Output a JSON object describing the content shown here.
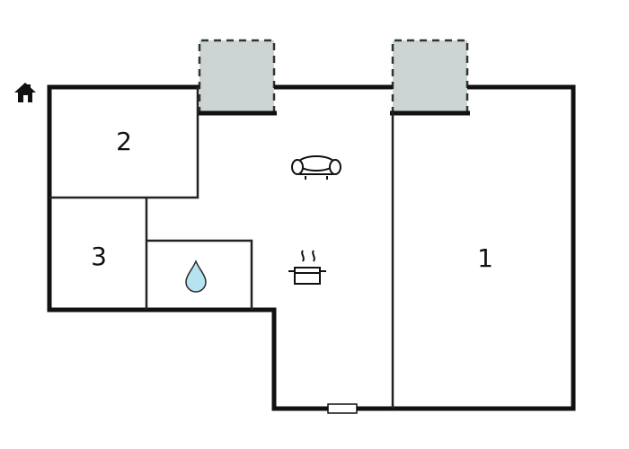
{
  "page": {
    "kind": "floor-plan-diagram",
    "background": "#ffffff"
  },
  "colors": {
    "wall": "#111111",
    "interior_wall": "#222222",
    "terrace_fill": "#ccd5d3",
    "terrace_dash": "#333333",
    "water_drop_fill": "#b5e3f0",
    "icon_stroke": "#111111"
  },
  "rooms": [
    {
      "id": "room-1",
      "label": "1"
    },
    {
      "id": "room-2",
      "label": "2"
    },
    {
      "id": "room-3",
      "label": "3"
    }
  ],
  "features": [
    {
      "name": "terrace-1",
      "type": "terrace",
      "border": "dashed"
    },
    {
      "name": "terrace-2",
      "type": "terrace",
      "border": "dashed"
    },
    {
      "name": "entrance-house-icon",
      "type": "icon",
      "meaning": "entrance"
    },
    {
      "name": "sofa-icon",
      "type": "icon",
      "meaning": "living-area"
    },
    {
      "name": "stove-icon",
      "type": "icon",
      "meaning": "kitchen"
    },
    {
      "name": "water-drop-icon",
      "type": "icon",
      "meaning": "bathroom"
    },
    {
      "name": "door",
      "type": "opening",
      "position": "bottom-wall"
    }
  ]
}
